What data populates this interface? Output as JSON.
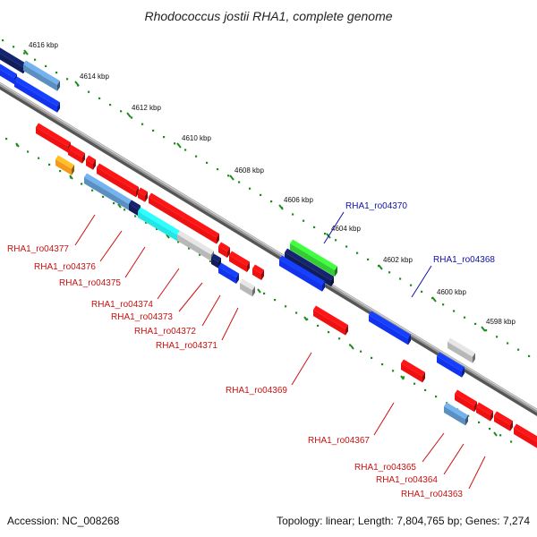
{
  "title": "Rhodococcus jostii RHA1, complete genome",
  "footer": {
    "accession": "Accession: NC_008268",
    "topology": "Topology: linear; Length: 7,804,765 bp; Genes: 7,274"
  },
  "colors": {
    "background": "#ffffff",
    "backbone": "#7a7a7a",
    "tick_dots": "#1e8c1e",
    "feature_red": "#ee1111",
    "feature_blue": "#1133ee",
    "feature_dark_navy": "#101d5a",
    "feature_steelblue": "#5b8fc0",
    "feature_cyan": "#22e6e6",
    "feature_gray": "#b8b8b8",
    "feature_green": "#33cc33",
    "feature_orange": "#f39a1e",
    "label_red": "#cc1111",
    "label_blue": "#1111aa"
  },
  "scale": {
    "ticks": [
      "4616 kbp",
      "4614 kbp",
      "4612 kbp",
      "4610 kbp",
      "4608 kbp",
      "4606 kbp",
      "4604 kbp",
      "4602 kbp",
      "4600 kbp",
      "4598 kbp"
    ]
  },
  "labels": {
    "upper": [
      "RHA1_ro04370",
      "RHA1_ro04368"
    ],
    "lower": [
      "RHA1_ro04377",
      "RHA1_ro04376",
      "RHA1_ro04375",
      "RHA1_ro04374",
      "RHA1_ro04373",
      "RHA1_ro04372",
      "RHA1_ro04371",
      "RHA1_ro04369",
      "RHA1_ro04367",
      "RHA1_ro04365",
      "RHA1_ro04364",
      "RHA1_ro04363"
    ]
  }
}
